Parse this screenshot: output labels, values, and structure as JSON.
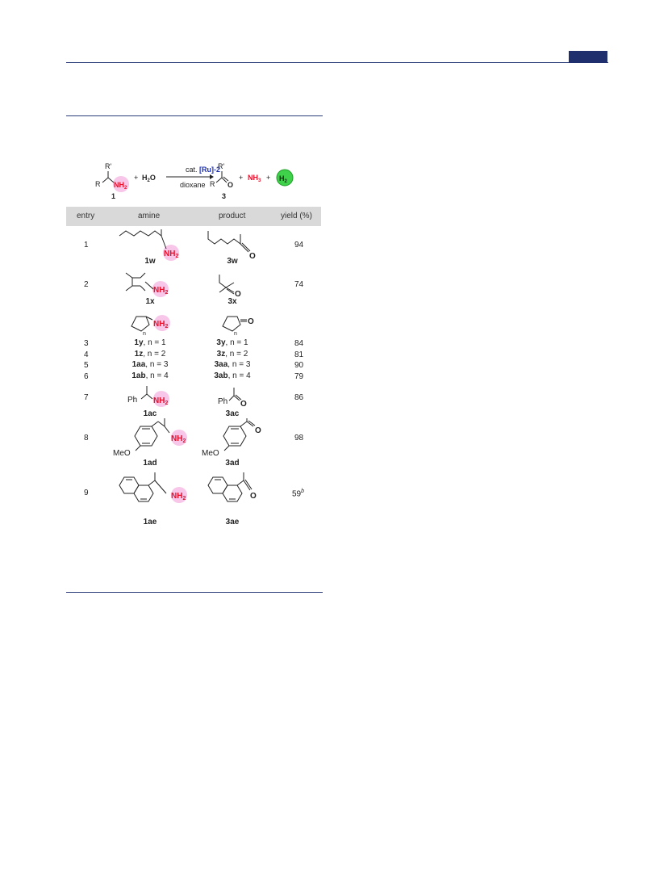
{
  "scheme": {
    "amine_label": "1",
    "product_label": "3",
    "plus1": "+",
    "water": "H₂O",
    "catalyst_prefix": "cat. ",
    "catalyst": "[Ru]-2",
    "solvent": "dioxane",
    "plus2": "+",
    "ammonia": "NH₃",
    "plus3": "+",
    "hydrogen": "H₂",
    "r_prime": "R'",
    "r": "R",
    "nh2": "NH₂",
    "o": "O"
  },
  "table": {
    "headers": {
      "entry": "entry",
      "amine": "amine",
      "product": "product",
      "yield": "yield (%)"
    },
    "rows": [
      {
        "entry": "1",
        "amine": "1w",
        "product": "3w",
        "yield": "94"
      },
      {
        "entry": "2",
        "amine": "1x",
        "product": "3x",
        "yield": "74"
      },
      {
        "entry": "3",
        "amine_bold": "1y",
        "amine_rest": ", n = 1",
        "product_bold": "3y",
        "product_rest": ", n = 1",
        "yield": "84"
      },
      {
        "entry": "4",
        "amine_bold": "1z",
        "amine_rest": ", n = 2",
        "product_bold": "3z",
        "product_rest": ", n = 2",
        "yield": "81"
      },
      {
        "entry": "5",
        "amine_bold": "1aa",
        "amine_rest": ", n = 3",
        "product_bold": "3aa",
        "product_rest": ", n = 3",
        "yield": "90"
      },
      {
        "entry": "6",
        "amine_bold": "1ab",
        "amine_rest": ", n = 4",
        "product_bold": "3ab",
        "product_rest": ", n = 4",
        "yield": "79"
      },
      {
        "entry": "7",
        "amine": "1ac",
        "product": "3ac",
        "yield": "86"
      },
      {
        "entry": "8",
        "amine": "1ad",
        "product": "3ad",
        "yield": "98"
      },
      {
        "entry": "9",
        "amine": "1ae",
        "product": "3ae",
        "yield": "59",
        "yield_sup": "b"
      }
    ],
    "structure_text": {
      "nh2": "NH₂",
      "o": "O",
      "n": "n",
      "ph": "Ph",
      "meo": "MeO"
    }
  },
  "colors": {
    "rule": "#2c3e7a",
    "nh2_highlight": "#f7c6e9",
    "h2_highlight": "#3fd14a",
    "red": "#e8102b",
    "blue": "#1a2fb5"
  }
}
